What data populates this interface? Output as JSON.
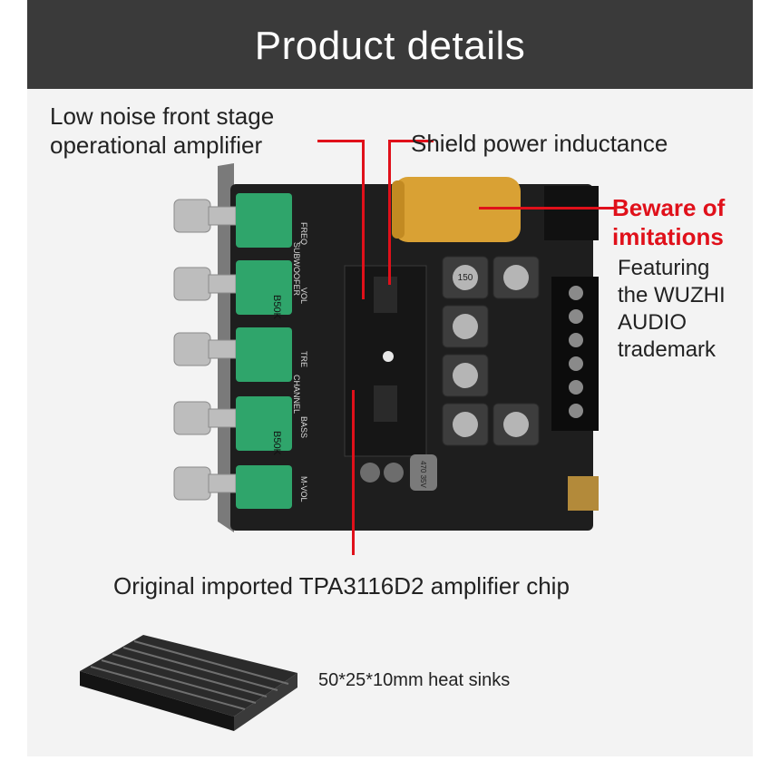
{
  "header": {
    "title": "Product details"
  },
  "callouts": {
    "op_amp": "Low noise front stage\noperational amplifier",
    "inductance": "Shield power inductance",
    "beware": "Beware of\nimitations",
    "trademark": "Featuring\nthe WUZHI\nAUDIO\ntrademark",
    "chip": "Original imported TPA3116D2 amplifier chip",
    "heatsink": "50*25*10mm heat sinks"
  },
  "board": {
    "knob_labels": [
      "FREQ",
      "SUBWOOFER",
      "VOL",
      "TRE",
      "CHANNEL",
      "BASS",
      "M-VOL"
    ],
    "pot_labels": [
      "B50K",
      "B50K"
    ],
    "inductor_label": "150",
    "capacitor_text": "470 35V"
  },
  "colors": {
    "header_bg": "#3a3a3a",
    "accent_red": "#e0101a",
    "pcb": "#1e1e1e",
    "pot_green": "#2fa56b",
    "capacitor_gold": "#d9a134"
  }
}
